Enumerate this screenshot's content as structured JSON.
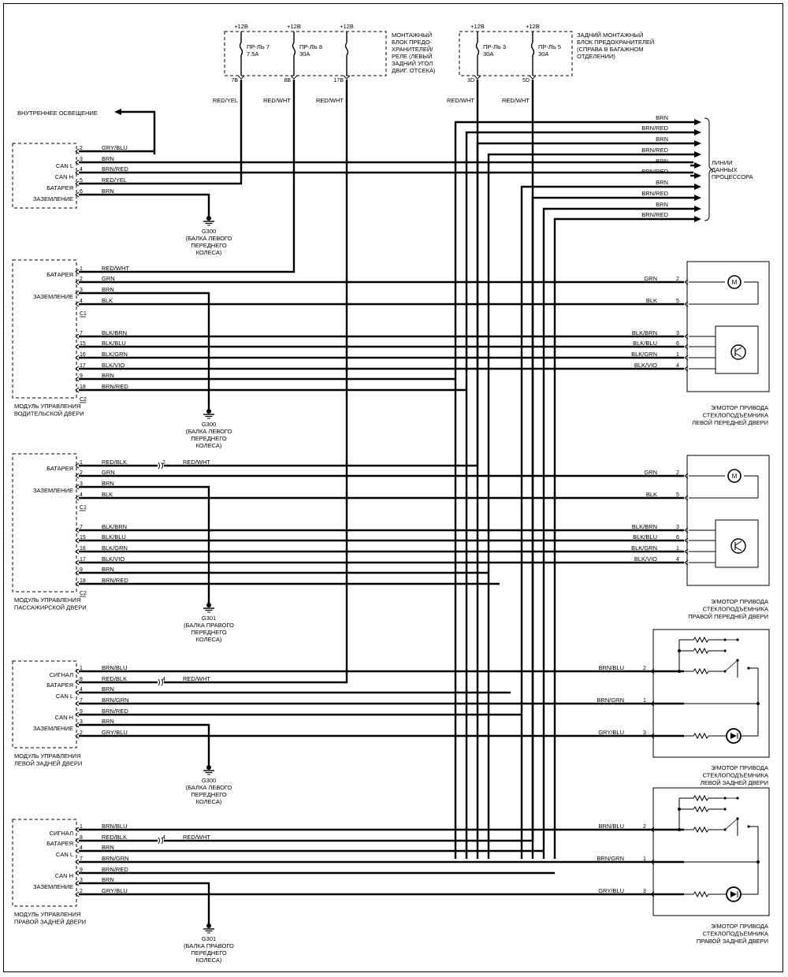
{
  "fuse_boxes": [
    {
      "label": "МОНТАЖНЫЙ\nБЛОК ПРЕДО-\nХРАНИТЕЛЕЙ/\nРЕЛЕ (ЛЕВЫЙ\nЗАДНИЙ УГОЛ\nДВИГ. ОТСЕКА)",
      "fuses": [
        {
          "supply": "+12В",
          "name": "ПР-ЛЬ 7",
          "rating": "7.5А",
          "pin": "7В"
        },
        {
          "supply": "+12В",
          "name": "ПР-ЛЬ 8",
          "rating": "30А",
          "pin": "8В"
        },
        {
          "supply": "+12В",
          "name": "",
          "rating": "",
          "pin": "17В"
        }
      ]
    },
    {
      "label": "ЗАДНИЙ МОНТАЖНЫЙ\nБЛОК ПРЕДОХРАНИТЕЛЕЙ\n(СПРАВА В БАГАЖНОМ\nОТДЕЛЕНИИ)",
      "fuses": [
        {
          "supply": "+12В",
          "name": "ПР-ЛЬ 3",
          "rating": "30А",
          "pin": "3D"
        },
        {
          "supply": "+12В",
          "name": "ПР-ЛЬ 5",
          "rating": "30А",
          "pin": "5D"
        }
      ]
    }
  ],
  "fuse_wires": [
    "RED/YEL",
    "RED/WHT",
    "RED/WHT",
    "RED/WHT",
    "RED/WHT"
  ],
  "interior_light": "ВНУТРЕННЕЕ ОСВЕЩЕНИЕ",
  "data_lines": {
    "label": "ЛИНИИ\nДАННЫХ\nПРОЦЕССОРА",
    "colors": [
      "BRN",
      "BRN/RED",
      "BRN",
      "BRN/RED",
      "BRN",
      "BRN/RED",
      "BRN",
      "BRN/RED",
      "BRN",
      "BRN/RED"
    ]
  },
  "top_connector": {
    "labels": [
      "",
      "",
      "CAN L",
      "CAN H",
      "БАТАРЕЯ",
      "ЗАЗЕМЛЕНИЕ"
    ],
    "pins": [
      "2",
      "3",
      "4",
      "5",
      "6"
    ],
    "wires": [
      "GRY/BLU",
      "BRN",
      "BRN/RED",
      "RED/YEL",
      "BRN"
    ]
  },
  "grounds": [
    {
      "name": "G300",
      "desc": "(БАЛКА ЛЕВОГО\nПЕРЕДНЕГО\nКОЛЕСА)"
    },
    {
      "name": "G300",
      "desc": "(БАЛКА ЛЕВОГО\nПЕРЕДНЕГО\nКОЛЕСА)"
    },
    {
      "name": "G301",
      "desc": "(БАЛКА ПРАВОГО\nПЕРЕДНЕГО\nКОЛЕСА)"
    },
    {
      "name": "G300",
      "desc": "(БАЛКА ЛЕВОГО\nПЕРЕДНЕГО\nКОЛЕСА)"
    },
    {
      "name": "G301",
      "desc": "(БАЛКА ПРАВОГО\nПЕРЕДНЕГО\nКОЛЕСА)"
    }
  ],
  "front_modules": [
    {
      "name": "МОДУЛЬ УПРАВЛЕНИЯ\nВОДИТЕЛЬСКОЙ ДВЕРИ",
      "labels": {
        "battery": "БАТАРЕЯ",
        "ground": "ЗАЗЕМЛЕНИЕ"
      },
      "c1": "C1",
      "c2": "C2",
      "rows": [
        {
          "pin": "1",
          "wire": "RED/WHT"
        },
        {
          "pin": "2",
          "wire": "GRN"
        },
        {
          "pin": "3",
          "wire": "BRN"
        },
        {
          "pin": "4",
          "wire": "BLK"
        },
        {
          "pin": "7",
          "wire": "BLK/BRN"
        },
        {
          "pin": "15",
          "wire": "BLK/BLU"
        },
        {
          "pin": "16",
          "wire": "BLK/GRN"
        },
        {
          "pin": "17",
          "wire": "BLK/VIO"
        },
        {
          "pin": "9",
          "wire": "BRN"
        },
        {
          "pin": "18",
          "wire": "BRN/RED"
        }
      ],
      "splice": null,
      "motor": {
        "name": "Э/МОТОР ПРИВОДА\nСТЕКЛОПОДЪЕМНИКА\nЛЕВОЙ ПЕРЕДНЕЙ ДВЕРИ",
        "pins": [
          {
            "wire": "GRN",
            "pin": "2"
          },
          {
            "wire": "BLK",
            "pin": "5"
          },
          {
            "wire": "BLK/BRN",
            "pin": "3"
          },
          {
            "wire": "BLK/BLU",
            "pin": "6"
          },
          {
            "wire": "BLK/GRN",
            "pin": "1"
          },
          {
            "wire": "BLK/VIO",
            "pin": "4"
          }
        ]
      }
    },
    {
      "name": "МОДУЛЬ УПРАВЛЕНИЯ\nПАССАЖИРСКОЙ ДВЕРИ",
      "labels": {
        "battery": "БАТАРЕЯ",
        "ground": "ЗАЗЕМЛЕНИЕ"
      },
      "c1": "C1",
      "c2": "C2",
      "rows": [
        {
          "pin": "1",
          "wire": "RED/BLK"
        },
        {
          "pin": "2",
          "wire": "GRN"
        },
        {
          "pin": "3",
          "wire": "BRN"
        },
        {
          "pin": "4",
          "wire": "BLK"
        },
        {
          "pin": "7",
          "wire": "BLK/BRN"
        },
        {
          "pin": "15",
          "wire": "BLK/BLU"
        },
        {
          "pin": "16",
          "wire": "BLK/GRN"
        },
        {
          "pin": "17",
          "wire": "BLK/VIO"
        },
        {
          "pin": "9",
          "wire": "BRN"
        },
        {
          "pin": "18",
          "wire": "BRN/RED"
        }
      ],
      "splice": {
        "pin": "2",
        "wire": "RED/WHT"
      },
      "motor": {
        "name": "Э/МОТОР ПРИВОДА\nСТЕКЛОПОДЪЕМНИКА\nПРАВОЙ ПЕРЕДНЕЙ ДВЕРИ",
        "pins": [
          {
            "wire": "GRN",
            "pin": "2"
          },
          {
            "wire": "BLK",
            "pin": "5"
          },
          {
            "wire": "BLK/BRN",
            "pin": "3"
          },
          {
            "wire": "BLK/BLU",
            "pin": "6"
          },
          {
            "wire": "BLK/GRN",
            "pin": "1"
          },
          {
            "wire": "BLK/VIO",
            "pin": "4"
          }
        ]
      }
    }
  ],
  "rear_modules": [
    {
      "name": "МОДУЛЬ УПРАВЛЕНИЯ\nЛЕВОЙ ЗАДНЕЙ ДВЕРИ",
      "labels": [
        "СИГНАЛ",
        "БАТАРЕЯ",
        "CAN L",
        "CAN H",
        "ЗАЗЕМЛЕНИЕ"
      ],
      "rows": [
        {
          "pin": "1",
          "wire": "BRN/BLU"
        },
        {
          "pin": "8",
          "wire": "RED/BLK"
        },
        {
          "pin": "4",
          "wire": "BRN"
        },
        {
          "pin": "7",
          "wire": "BRN/GRN"
        },
        {
          "pin": "9",
          "wire": "BRN/RED"
        },
        {
          "pin": "3",
          "wire": "BRN"
        },
        {
          "pin": "2",
          "wire": "GRY/BLU"
        }
      ],
      "splice": {
        "pin": "4",
        "wire": "RED/WHT"
      },
      "motor": {
        "name": "Э/МОТОР ПРИВОДА\nСТЕКЛОПОДЪЕМНИКА\nЛЕВОЙ ЗАДНЕЙ ДВЕРИ",
        "pins": [
          {
            "wire": "BRN/BLU",
            "pin": "2"
          },
          {
            "wire": "BRN/GRN",
            "pin": "1"
          },
          {
            "wire": "GRY/BLU",
            "pin": "3"
          }
        ]
      }
    },
    {
      "name": "МОДУЛЬ УПРАВЛЕНИЯ\nПРАВОЙ ЗАДНЕЙ ДВЕРИ",
      "labels": [
        "СИГНАЛ",
        "БАТАРЕЯ",
        "CAN L",
        "CAN H",
        "ЗАЗЕМЛЕНИЕ"
      ],
      "rows": [
        {
          "pin": "1",
          "wire": "BRN/BLU"
        },
        {
          "pin": "8",
          "wire": "RED/BLK"
        },
        {
          "pin": "4",
          "wire": "BRN"
        },
        {
          "pin": "7",
          "wire": "BRN/GRN"
        },
        {
          "pin": "9",
          "wire": "BRN/RED"
        },
        {
          "pin": "3",
          "wire": "BRN"
        },
        {
          "pin": "2",
          "wire": "GRY/BLU"
        }
      ],
      "splice": {
        "pin": "4",
        "wire": "RED/WHT"
      },
      "motor": {
        "name": "Э/МОТОР ПРИВОДА\nСТЕКЛОПОДЪЕМНИКА\nПРАВОЙ ЗАДНЕЙ ДВЕРИ",
        "pins": [
          {
            "wire": "BRN/BLU",
            "pin": "2"
          },
          {
            "wire": "BRN/GRN",
            "pin": "1"
          },
          {
            "wire": "GRY/BLU",
            "pin": "3"
          }
        ]
      }
    }
  ]
}
